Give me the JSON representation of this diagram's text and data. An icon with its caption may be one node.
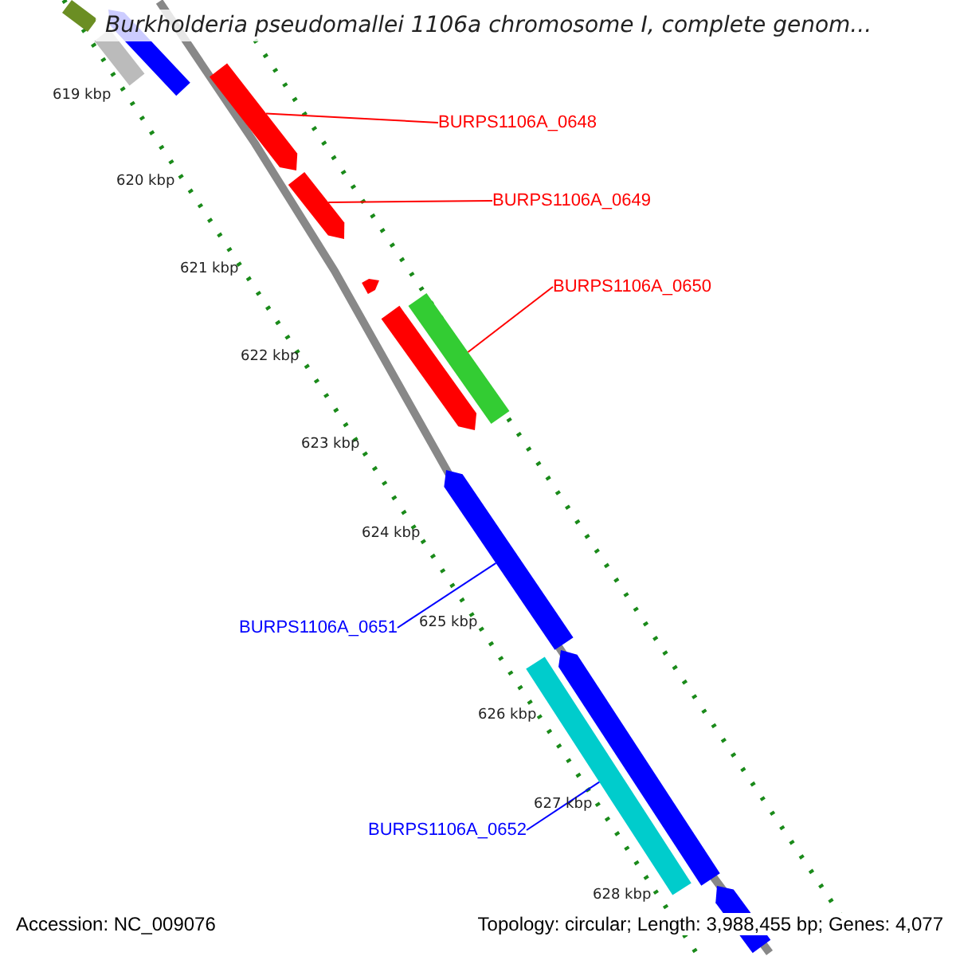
{
  "diagram": {
    "title": "Burkholderia pseudomallei 1106a chromosome I, complete genom...",
    "nodes": [
      {
        "text": [
          "BURPS1106A_0648"
        ]
      },
      {
        "text": [],
        "shape": "bar"
      },
      {
        "text": [
          "BURPS1106A_0649"
        ]
      },
      {
        "text": [],
        "shape": "bar"
      },
      {
        "text": [
          "BURPS1106A_0650"
        ]
      },
      {
        "text": [],
        "shape": "bar"
      },
      {
        "text": [
          "BURPS1106A_0651"
        ]
      },
      {
        "text": [],
        "shape": "bar"
      },
      {
        "text": [
          "BURPS1106A_0652"
        ]
      },
      {
        "text": [],
        "shape": "bar"
      }
    ],
    "edges": [
      {
        "from": 0,
        "to": 1,
        "arrow": "none",
        "color": "#ff0000"
      },
      {
        "from": 2,
        "to": 3,
        "arrow": "none",
        "color": "#ff0000"
      },
      {
        "from": 4,
        "to": 5,
        "arrow": "none",
        "color": "#ff0000"
      },
      {
        "from": 6,
        "to": 7,
        "arrow": "none",
        "color": "#0000ff"
      },
      {
        "from": 8,
        "to": 9,
        "arrow": "none",
        "color": "#0000ff"
      }
    ],
    "labels": [
      "619 kbp",
      "620 kbp",
      "621 kbp",
      "622 kbp",
      "623 kbp",
      "624 kbp",
      "625 kbp",
      "626 kbp",
      "627 kbp",
      "628 kbp",
      "Accession: NC_009076",
      "Topology: circular; Length: 3,988,455 bp; Genes: 4,077"
    ]
  }
}
